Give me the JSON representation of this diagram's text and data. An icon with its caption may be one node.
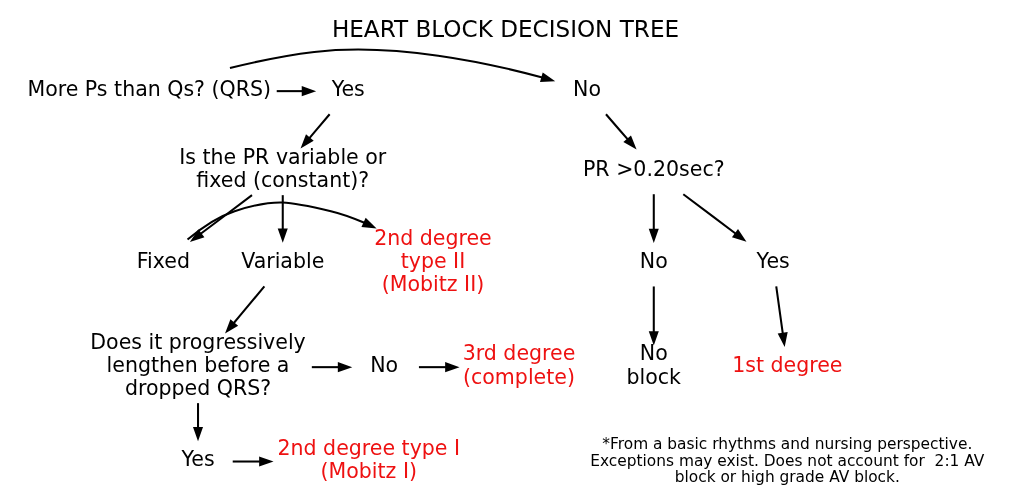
{
  "diagram": {
    "title": "HEART BLOCK DECISION TREE",
    "nodes": [
      {
        "text": [
          "More Ps than Qs? (QRS)"
        ]
      },
      {
        "text": [
          "No"
        ]
      },
      {
        "text": [
          "Yes"
        ]
      },
      {
        "text": [
          "PR >0.20sec?"
        ]
      },
      {
        "text": [
          "Is the PR variable or fixed (constant)?"
        ]
      },
      {
        "text": [
          "Yes"
        ]
      },
      {
        "text": [
          "No"
        ]
      },
      {
        "text": [
          "Variable"
        ]
      },
      {
        "text": [
          "Fixed"
        ]
      },
      {
        "text": [
          "1st degree"
        ]
      },
      {
        "text": [
          "No block"
        ]
      },
      {
        "text": [
          "2nd degree type II (Mobitz II)"
        ]
      },
      {
        "text": [
          "Does it progressively lengthen before a dropped QRS?"
        ]
      },
      {
        "text": [
          "No"
        ]
      },
      {
        "text": [
          "3rd degree (complete)"
        ]
      },
      {
        "text": [
          "Yes"
        ]
      },
      {
        "text": [
          "2nd degree type I (Mobitz I)"
        ]
      }
    ],
    "edges": [
      {
        "from": 0,
        "to": 1,
        "arrow": "to"
      },
      {
        "from": 0,
        "to": 2,
        "arrow": "to"
      },
      {
        "from": 1,
        "to": 3,
        "arrow": "to"
      },
      {
        "from": 2,
        "to": 4,
        "arrow": "to"
      },
      {
        "from": 3,
        "to": 5,
        "arrow": "to"
      },
      {
        "from": 3,
        "to": 6,
        "arrow": "to"
      },
      {
        "from": 4,
        "to": 7,
        "arrow": "to"
      },
      {
        "from": 4,
        "to": 8,
        "arrow": "to"
      },
      {
        "from": 5,
        "to": 9,
        "arrow": "to"
      },
      {
        "from": 6,
        "to": 10,
        "arrow": "to"
      },
      {
        "from": 8,
        "to": 11,
        "arrow": "to"
      },
      {
        "from": 7,
        "to": 12,
        "arrow": "to"
      },
      {
        "from": 12,
        "to": 13,
        "arrow": "to"
      },
      {
        "from": 13,
        "to": 14,
        "arrow": "to"
      },
      {
        "from": 12,
        "to": 15,
        "arrow": "to"
      },
      {
        "from": 15,
        "to": 16,
        "arrow": "to"
      }
    ],
    "labels": [
      "*From a basic rhythms and nursing perspective. Exceptions may exist. Does not account for  2:1 AV block or high grade AV block."
    ]
  }
}
